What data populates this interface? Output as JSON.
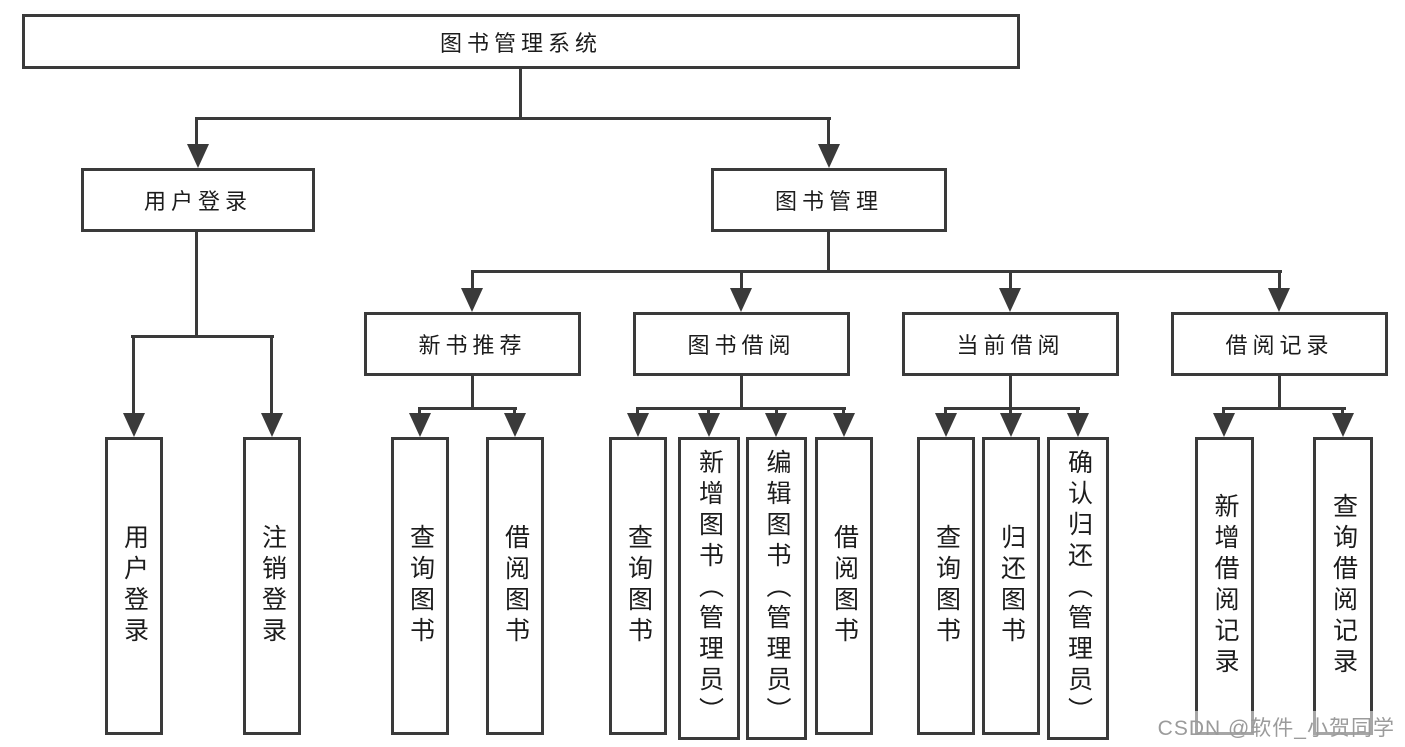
{
  "colors": {
    "line": "#3a3a3a",
    "text": "#1c1c1c",
    "watermark": "#9b9b9b"
  },
  "diagram": {
    "root": {
      "label": "图书管理系统"
    },
    "level2": [
      {
        "label": "用户登录"
      },
      {
        "label": "图书管理"
      }
    ],
    "level3": [
      {
        "label": "新书推荐"
      },
      {
        "label": "图书借阅"
      },
      {
        "label": "当前借阅"
      },
      {
        "label": "借阅记录"
      }
    ],
    "leaves": {
      "user_login": [
        {
          "label": "用户登录"
        },
        {
          "label": "注销登录"
        }
      ],
      "new_books": [
        {
          "label": "查询图书"
        },
        {
          "label": "借阅图书"
        }
      ],
      "book_borrow": [
        {
          "label": "查询图书"
        },
        {
          "label": "新增图书（管理员）"
        },
        {
          "label": "编辑图书（管理员）"
        },
        {
          "label": "借阅图书"
        }
      ],
      "current_borrow": [
        {
          "label": "查询图书"
        },
        {
          "label": "归还图书"
        },
        {
          "label": "确认归还（管理员）"
        }
      ],
      "borrow_records": [
        {
          "label": "新增借阅记录"
        },
        {
          "label": "查询借阅记录"
        }
      ]
    }
  },
  "watermark": {
    "text": "CSDN @软件_小贺同学"
  }
}
